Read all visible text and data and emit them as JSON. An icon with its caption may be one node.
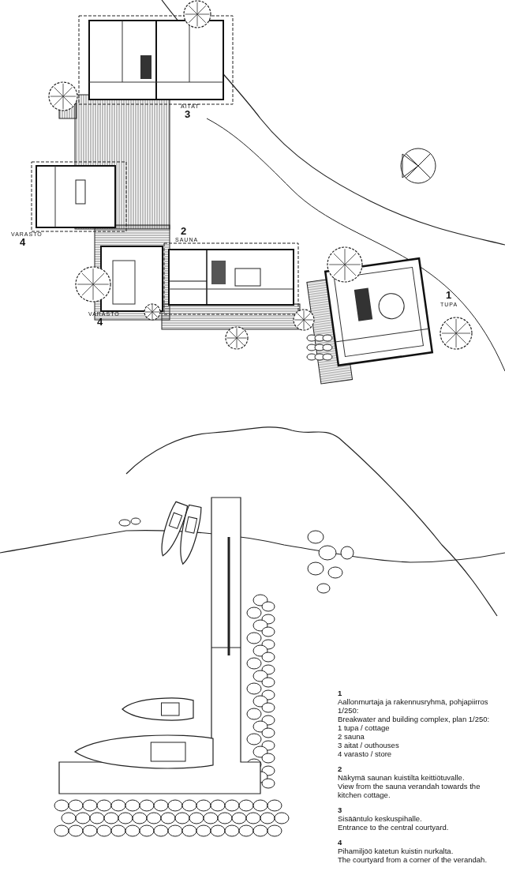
{
  "diagram": {
    "labels": [
      "AITAT",
      "3",
      "2",
      "SAUNA",
      "VARASTO",
      "4",
      "1",
      "TUPA",
      "VARASTO",
      "4",
      "1",
      "Aallonmurtaja ja rakennusryhmä, pohjapiirros 1/250:",
      "Breakwater and building complex, plan 1/250:",
      "1 tupa / cottage",
      "2 sauna",
      "3 aitat / outhouses",
      "4 varasto / store",
      "2",
      "Näkymä saunan kuistilta keittiötuvalle.",
      "View from the sauna verandah towards the kitchen cottage.",
      "3",
      "Sisääntulo keskuspihalle.",
      "Entrance to the central courtyard.",
      "4",
      "Pihamiljöö katetun kuistin nurkalta.",
      "The courtyard from a corner of the verandah."
    ]
  }
}
